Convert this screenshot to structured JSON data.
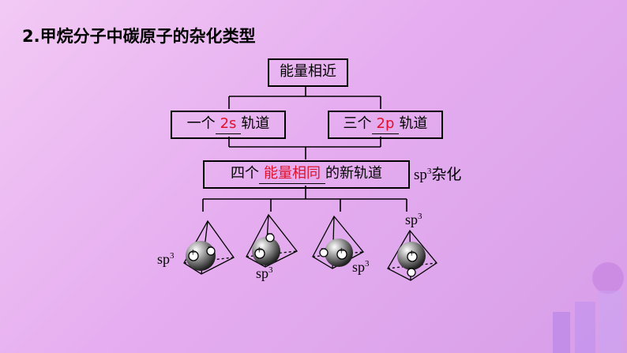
{
  "title": "2.甲烷分子中碳原子的杂化类型",
  "top_box": "能量相近",
  "left_box": {
    "prefix": "一个",
    "answer": "2s",
    "suffix": "轨道"
  },
  "right_box": {
    "prefix": "三个",
    "answer": "2p",
    "suffix": "轨道"
  },
  "middle_box": {
    "prefix": "四个",
    "answer": "能量相同",
    "suffix": "的新轨道"
  },
  "hybrid_label": {
    "base": "sp",
    "sup": "3",
    "suffix": "杂化"
  },
  "orbital_labels": [
    {
      "base": "sp",
      "sup": "3"
    },
    {
      "base": "sp",
      "sup": "3"
    },
    {
      "base": "sp",
      "sup": "3"
    },
    {
      "base": "sp",
      "sup": "3"
    }
  ],
  "signs": {
    "plus": "+",
    "minus": "−"
  },
  "colors": {
    "answer": "#e0102a",
    "background": "#e6aef0"
  }
}
